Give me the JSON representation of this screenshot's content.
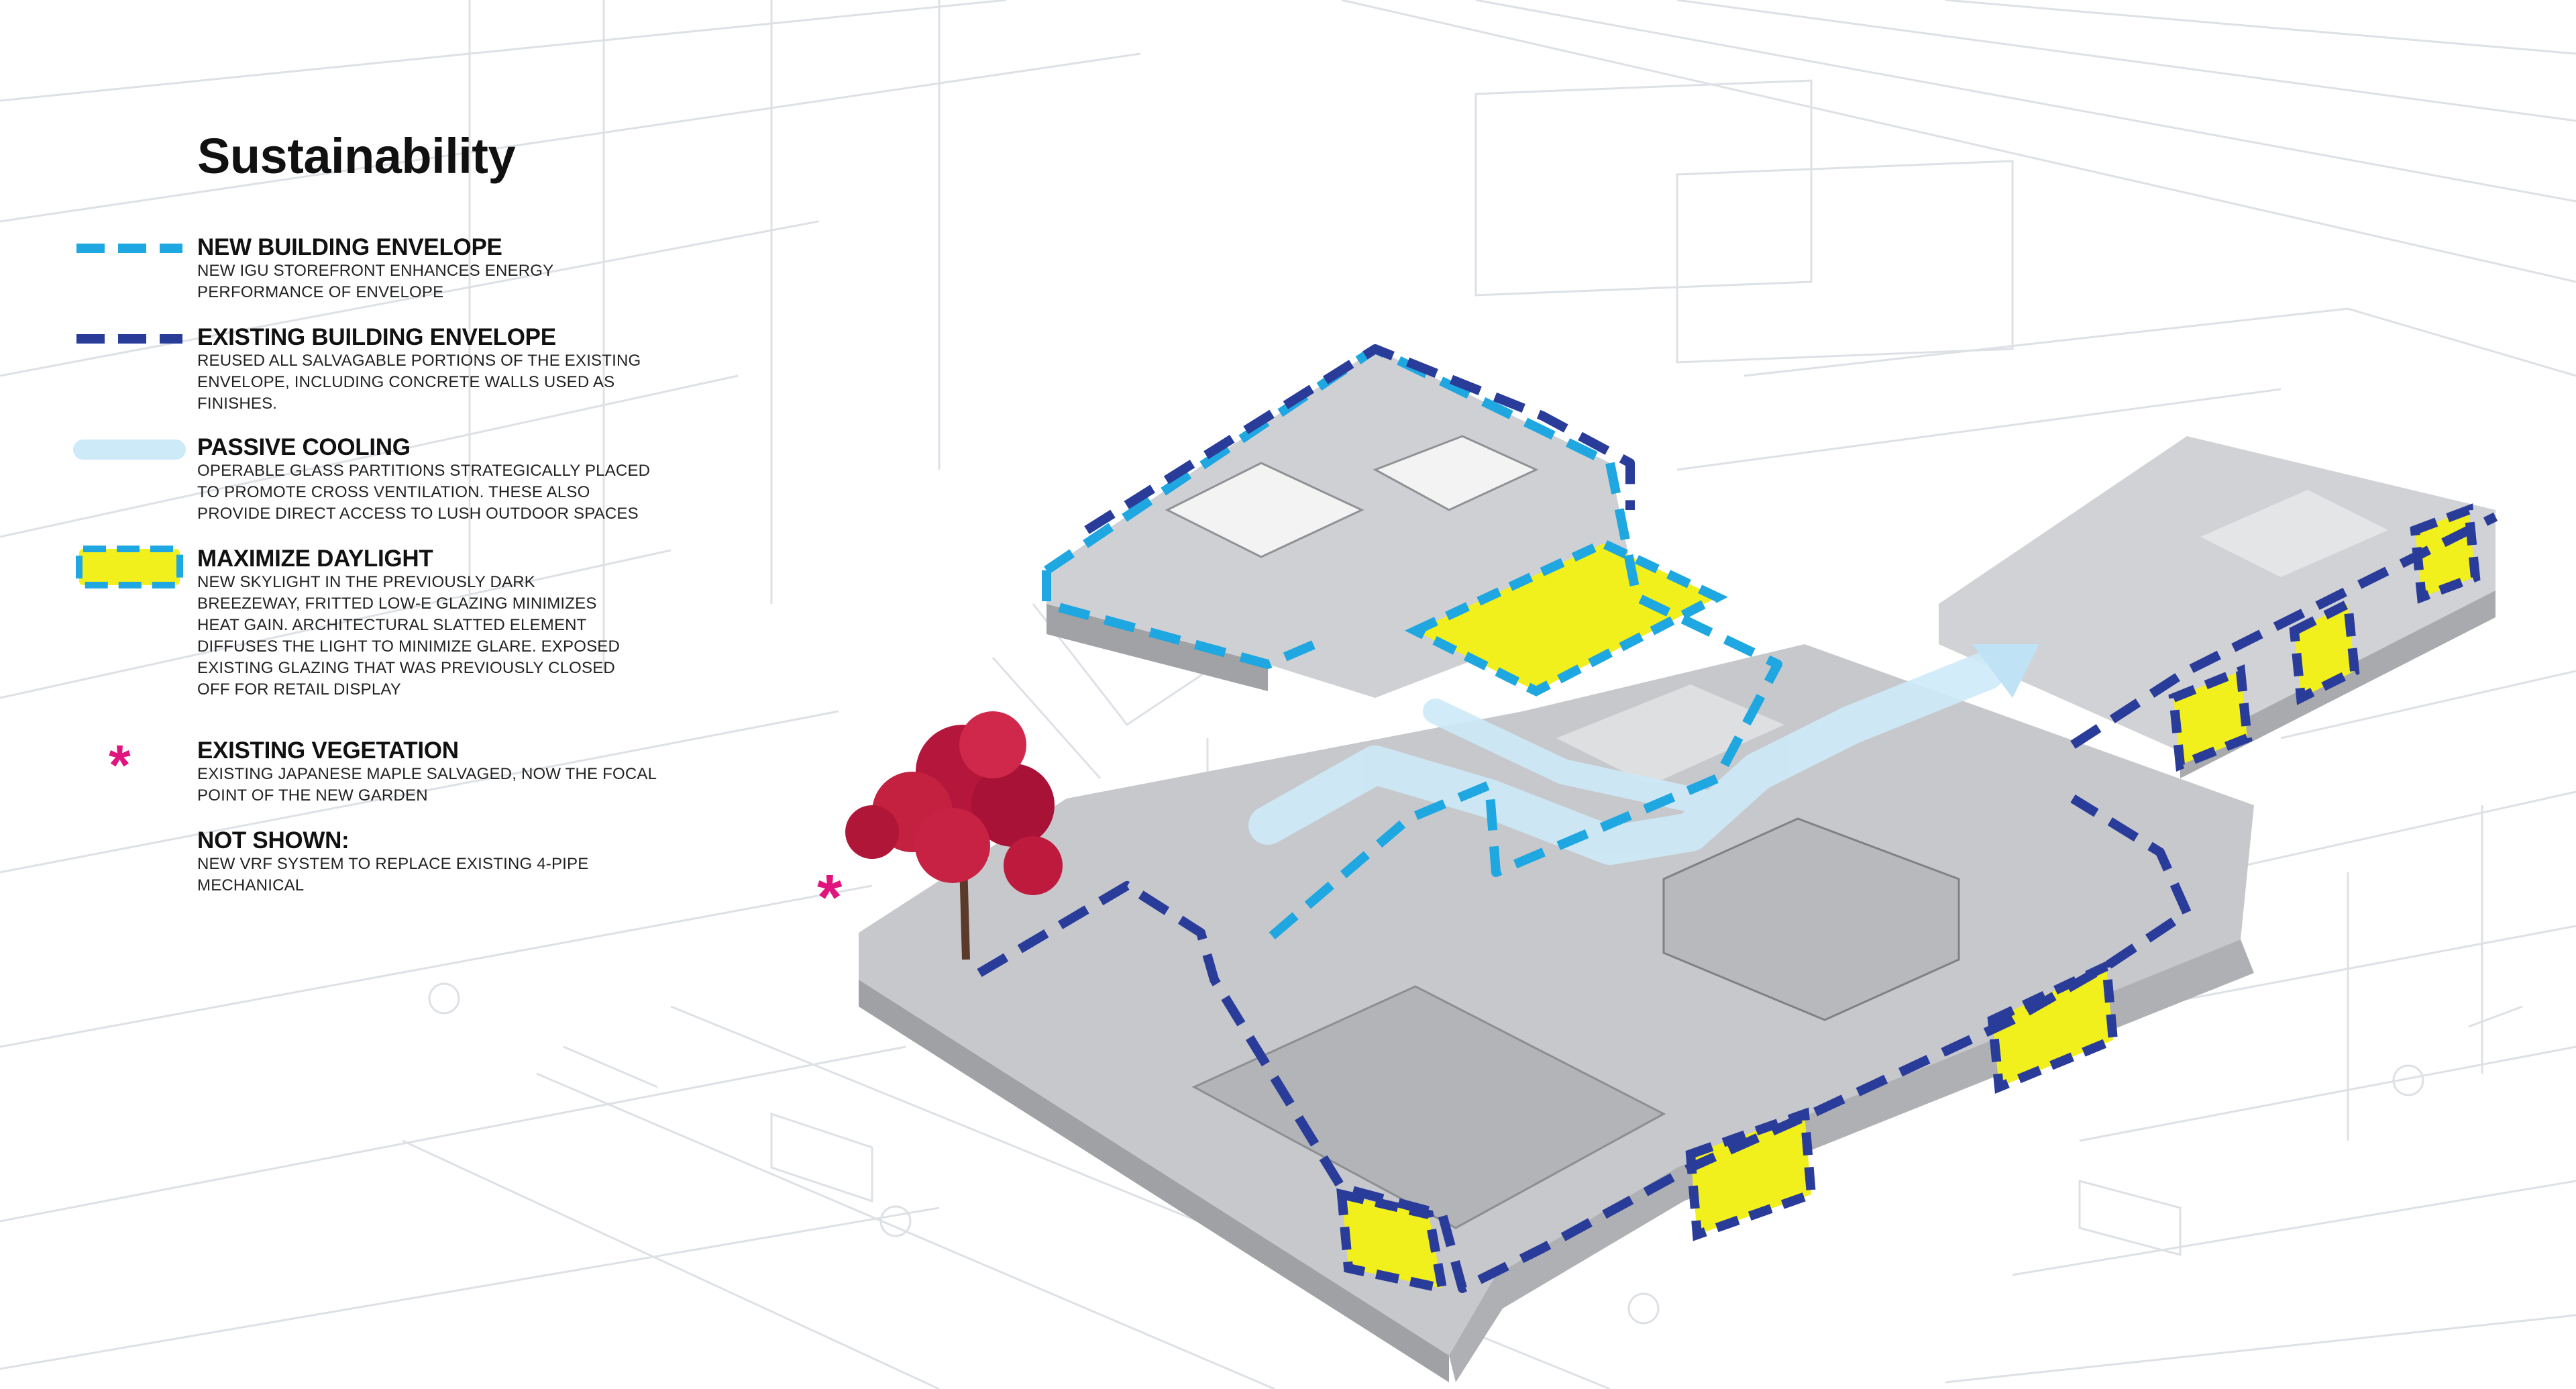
{
  "title": "Sustainability",
  "legend": [
    {
      "key": "new_envelope",
      "label": "NEW BUILDING ENVELOPE",
      "description": "NEW IGU STOREFRONT ENHANCES ENERGY PERFORMANCE OF ENVELOPE",
      "symbol": "dashed-line",
      "color": "#1ea7e1"
    },
    {
      "key": "existing_envelope",
      "label": "EXISTING BUILDING ENVELOPE",
      "description": "REUSED ALL SALVAGABLE PORTIONS OF THE EXISTING ENVELOPE, INCLUDING CONCRETE WALLS USED AS FINISHES.",
      "symbol": "dashed-line",
      "color": "#2a3c9a"
    },
    {
      "key": "passive_cooling",
      "label": "PASSIVE COOLING",
      "description": "OPERABLE GLASS PARTITIONS STRATEGICALLY PLACED TO PROMOTE CROSS VENTILATION. THESE ALSO PROVIDE DIRECT ACCESS TO LUSH OUTDOOR SPACES",
      "symbol": "soft-band",
      "color": "#cdeaf8"
    },
    {
      "key": "daylight",
      "label": "MAXIMIZE DAYLIGHT",
      "description": "NEW SKYLIGHT IN THE PREVIOUSLY DARK BREEZEWAY, FRITTED LOW-E GLAZING MINIMIZES HEAT GAIN. ARCHITECTURAL SLATTED ELEMENT DIFFUSES THE LIGHT TO MINIMIZE GLARE. EXPOSED EXISTING GLAZING THAT WAS PREVIOUSLY CLOSED OFF FOR RETAIL DISPLAY",
      "symbol": "yellow-box",
      "color": "#f1ef1c"
    },
    {
      "key": "vegetation",
      "label": "EXISTING VEGETATION",
      "description": "EXISTING JAPANESE MAPLE SALVAGED, NOW THE FOCAL POINT OF THE NEW GARDEN",
      "symbol": "asterisk",
      "glyph": "*",
      "color": "#e0147c"
    },
    {
      "key": "not_shown",
      "label": "NOT SHOWN:",
      "description": "NEW VRF SYSTEM TO REPLACE EXISTING 4-PIPE MECHANICAL",
      "symbol": "none"
    }
  ],
  "tree_marker": "*",
  "colors": {
    "background": "#ffffff",
    "context_lines": "#d9dde3",
    "building_grey": "#c9cacd",
    "wall_grey": "#a9abae",
    "tree_red": "#b5163c",
    "new_envelope": "#1ea7e1",
    "existing_envelope": "#2a3c9a",
    "passive_cooling": "#cdeaf8",
    "daylight": "#f1ef1c",
    "vegetation": "#e0147c"
  }
}
